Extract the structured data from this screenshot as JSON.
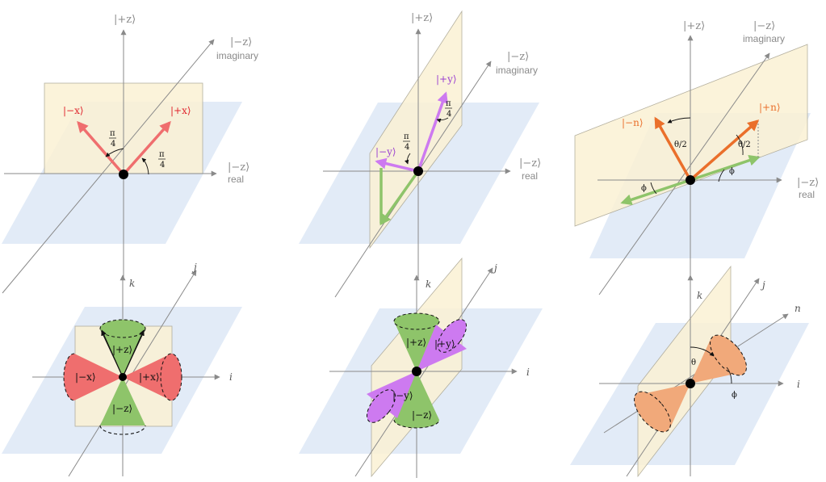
{
  "panels": {
    "p1": {
      "axis_z": "|+z⟩",
      "axis_imag": "|−z⟩",
      "imag_word": "imaginary",
      "axis_real": "|−z⟩",
      "real_word": "real",
      "state_a": "|−x⟩",
      "state_b": "|+x⟩",
      "angle_a_num": "π",
      "angle_a_den": "4",
      "angle_b_num": "π",
      "angle_b_den": "4"
    },
    "p2": {
      "axis_z": "|+z⟩",
      "axis_imag": "|−z⟩",
      "imag_word": "imaginary",
      "axis_real": "|−z⟩",
      "real_word": "real",
      "state_a": "|+y⟩",
      "state_b": "|−y⟩",
      "angle_a_num": "π",
      "angle_a_den": "4",
      "angle_b_num": "π",
      "angle_b_den": "4"
    },
    "p3": {
      "axis_z": "|+z⟩",
      "axis_imag": "|−z⟩",
      "imag_word": "imaginary",
      "axis_real": "|−z⟩",
      "real_word": "real",
      "state_a": "|−n⟩",
      "state_b": "|+n⟩",
      "theta_half_a": "θ/2",
      "theta_half_b": "θ/2",
      "phi_a": "ϕ",
      "phi_b": "ϕ"
    },
    "p4": {
      "axis_k": "k",
      "axis_j": "j",
      "axis_i": "i",
      "cone_up": "|+z⟩",
      "cone_down": "|−z⟩",
      "cone_left": "|−x⟩",
      "cone_right": "|+x⟩"
    },
    "p5": {
      "axis_k": "k",
      "axis_j": "j",
      "axis_i": "i",
      "cone_up": "|+z⟩",
      "cone_down": "|−z⟩",
      "cone_py": "|+y⟩",
      "cone_my": "|−y⟩"
    },
    "p6": {
      "axis_k": "k",
      "axis_j": "j",
      "axis_i": "i",
      "axis_n": "n",
      "theta": "θ",
      "phi": "ϕ"
    }
  },
  "colors": {
    "red": "#ef6e6e",
    "red_text": "#e0242c",
    "purple": "#cd7af0",
    "purple_text": "#9a3fd0",
    "green": "#8ec46a",
    "orange": "#ea6f2b",
    "orange_light": "#f1a97a",
    "blue_plane": "#dde8f6",
    "cream_plane": "#fbf1d4"
  }
}
